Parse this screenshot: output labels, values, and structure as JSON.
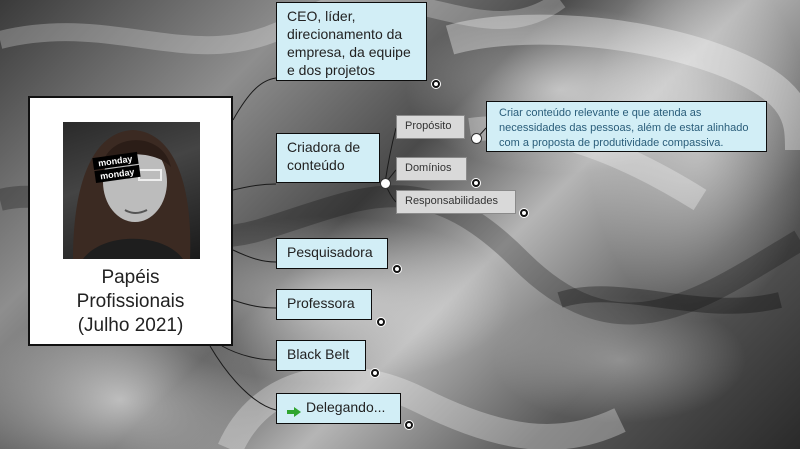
{
  "center": {
    "title_lines": [
      "Papéis",
      "Profissionais",
      "(Julho 2021)"
    ],
    "photo_tape": [
      "monday",
      "monday"
    ]
  },
  "roles": [
    {
      "label_lines": [
        "CEO, líder,",
        "direcionamento da",
        "empresa, da equipe",
        "e dos projetos"
      ]
    },
    {
      "label_lines": [
        "Criadora de",
        "conteúdo"
      ]
    },
    {
      "label_lines": [
        "Pesquisadora"
      ]
    },
    {
      "label_lines": [
        "Professora"
      ]
    },
    {
      "label_lines": [
        "Black Belt"
      ]
    },
    {
      "label_lines": [
        "Delegando..."
      ],
      "icon": "green-arrow-icon"
    }
  ],
  "subtopics": [
    "Propósito",
    "Domínios",
    "Responsabilidades"
  ],
  "callout": {
    "lines": [
      "Criar conteúdo relevante e que atenda as",
      "necessidades das pessoas, além de estar alinhado",
      "com a proposta de produtividade compassiva."
    ]
  },
  "colors": {
    "node_fill": "#d2eef6",
    "subtopic_fill": "#d9d9d9",
    "callout_text": "#2a5d7a",
    "arrow_icon": "#2fa52f"
  }
}
